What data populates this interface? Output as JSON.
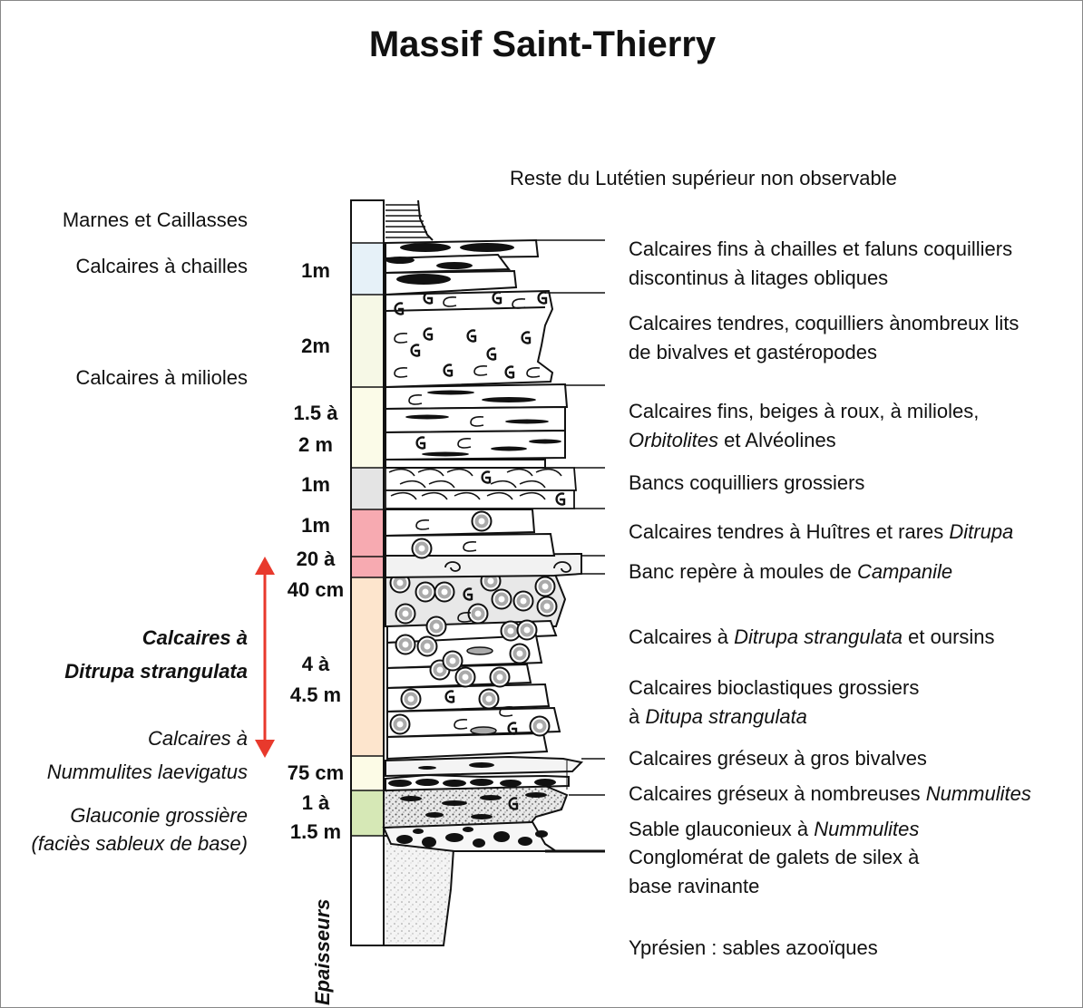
{
  "title": "Massif Saint-Thierry",
  "top_note": "Reste du Lutétien supérieur non observable",
  "epaisseurs_label": "Epaisseurs",
  "left_labels": {
    "marnes": "Marnes et Caillasses",
    "chailles": "Calcaires à chailles",
    "milioles": "Calcaires à milioles",
    "ditrupa_1": "Calcaires à",
    "ditrupa_2": "Ditrupa strangulata",
    "nummulites_1": "Calcaires à",
    "nummulites_2": "Nummulites laevigatus",
    "glauconie_1": "Glauconie grossière",
    "glauconie_2": "(faciès sableux de base)"
  },
  "thicknesses": {
    "t1": "1m",
    "t2": "2m",
    "t3a": "1.5 à",
    "t3b": "2 m",
    "t4": "1m",
    "t5": "1m",
    "t6a": "20 à",
    "t6b": "40 cm",
    "t7a": "4 à",
    "t7b": "4.5 m",
    "t8": "75 cm",
    "t9a": "1 à",
    "t9b": "1.5 m"
  },
  "descriptions": {
    "d1a": "Calcaires fins à chailles et  faluns coquilliers",
    "d1b": "discontinus à litages obliques",
    "d2a": "Calcaires tendres, coquilliers ànombreux lits",
    "d2b": "de bivalves et gastéropodes",
    "d3a": "Calcaires fins, beiges à roux, à milioles,",
    "d3b_it": "Orbitolites",
    "d3b": " et Alvéolines",
    "d4": "Bancs coquilliers grossiers",
    "d5": "Calcaires tendres à Huîtres et rares ",
    "d5_it": "Ditrupa",
    "d6": "Banc repère à moules de ",
    "d6_it": "Campanile",
    "d7": "Calcaires à ",
    "d7_it": "Ditrupa strangulata",
    "d7_end": " et oursins",
    "d8a": "Calcaires bioclastiques grossiers",
    "d8b": "à ",
    "d8b_it": "Ditupa strangulata",
    "d9": "Calcaires gréseux à gros bivalves",
    "d10": "Calcaires gréseux à nombreuses ",
    "d10_it": "Nummulites",
    "d11": "Sable glauconieux à ",
    "d11_it": "Nummulites",
    "d12a": "Conglomérat de galets de silex à",
    "d12b": "base ravinante",
    "d13": "Yprésien : sables azooïques"
  },
  "colors": {
    "chailles": "#e6f1f8",
    "calcaires_tendres": "#f6f8e6",
    "milioles": "#fbfbe8",
    "bancs": "#e4e4e4",
    "huitres": "#f7aab1",
    "ditrupa": "#fde5cd",
    "nummulites": "#fcfbe6",
    "glauconie": "#d6e8b6",
    "arrow": "#e8392c"
  }
}
